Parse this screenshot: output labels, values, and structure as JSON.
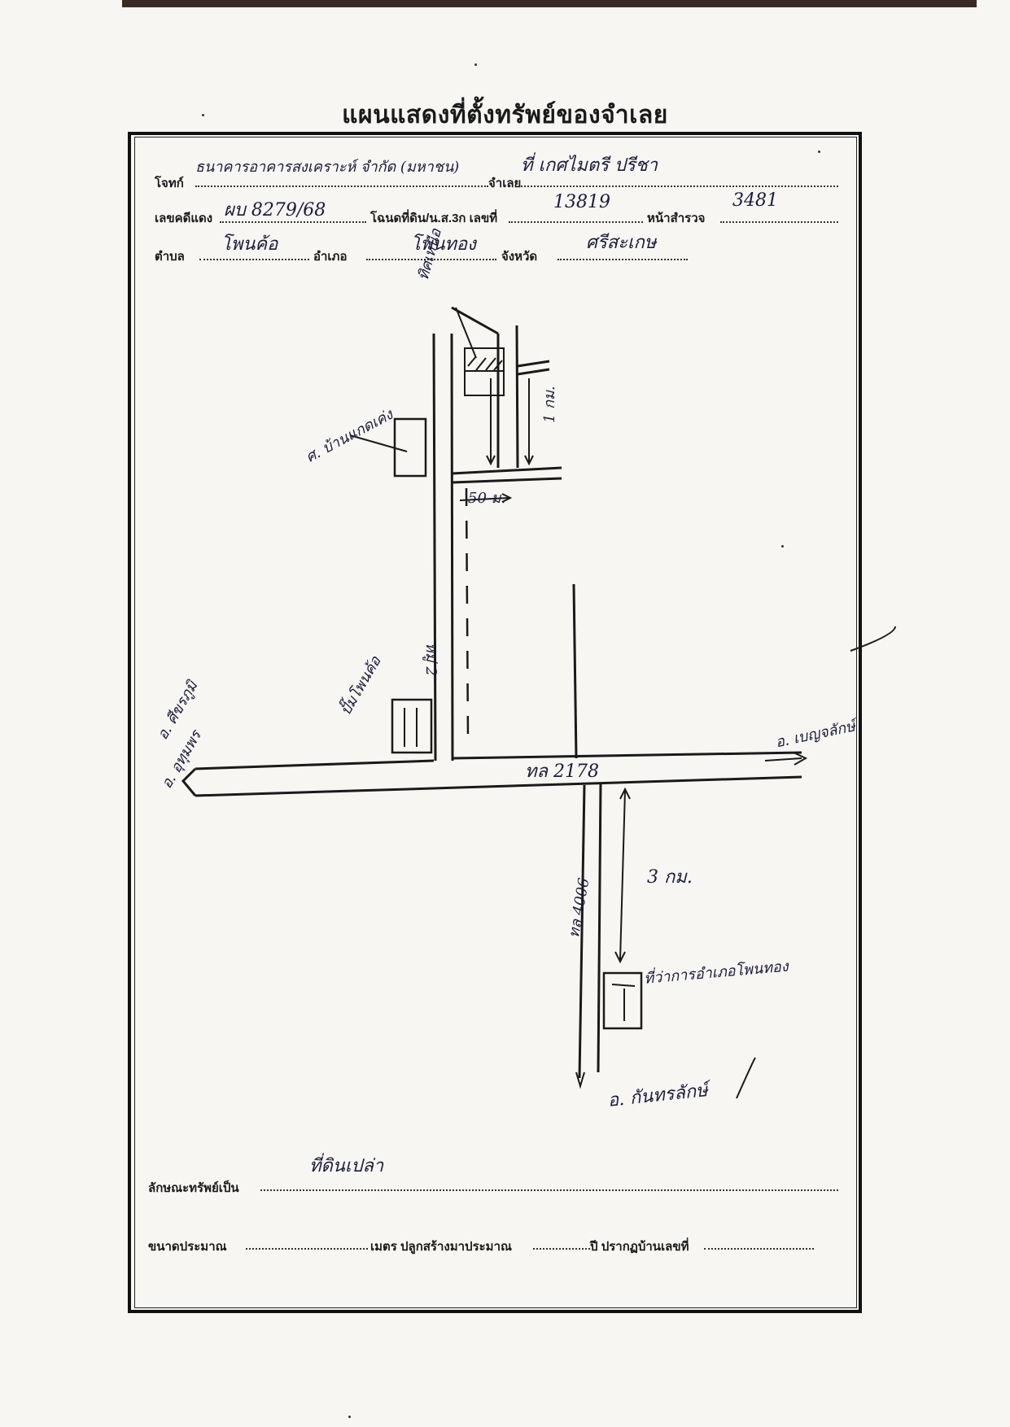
{
  "title": "แผนแสดงที่ตั้งทรัพย์ของจำเลย",
  "header": {
    "plaintiff_label": "โจทก์",
    "plaintiff_value": "ธนาคารอาคารสงเคราะห์ จำกัด (มหาชน)",
    "defendant_label": "จำเลย",
    "defendant_value": "ที่ เกศไมตรี ปรีชา",
    "red_case_label": "เลขคดีแดง",
    "red_case_value": "ผบ 8279/68",
    "deed_label": "โฉนดที่ดิน/น.ส.3ก เลขที่",
    "deed_value": "13819",
    "survey_label": "หน้าสำรวจ",
    "survey_value": "3481",
    "subdistrict_label": "ตำบล",
    "subdistrict_value": "โพนค้อ",
    "district_label": "อำเภอ",
    "district_value": "โพนทอง",
    "province_label": "จังหวัด",
    "province_value": "ศรีสะเกษ"
  },
  "map": {
    "north_label": "ทิศเหนือ",
    "house_label": "ศ. บ้านแกดเค่ง",
    "pump_label": "ปั๊มโพนค้อ",
    "distance_1km": "1 กม.",
    "distance_50m": "50 ม.",
    "road_pole": "หมู่ 2",
    "dir_west_1": "อ. ศีขรภูมิ",
    "dir_west_2": "อ. อุทุมพร",
    "dir_east": "อ. เบญจลักษ์",
    "road_main": "ทล 2178",
    "road_south": "ทล 4006",
    "distance_3km": "3 กม.",
    "office_label": "ที่ว่าการอำเภอโพนทอง",
    "dir_south": "อ. กันทรลักษ์"
  },
  "footer": {
    "property_label": "ลักษณะทรัพย์เป็น",
    "property_value": "ที่ดินเปล่า",
    "size_label": "ขนาดประมาณ",
    "meter_label": "เมตร ปลูกสร้างมาประมาณ",
    "year_label": "ปี ปรากฏบ้านเลขที่"
  }
}
